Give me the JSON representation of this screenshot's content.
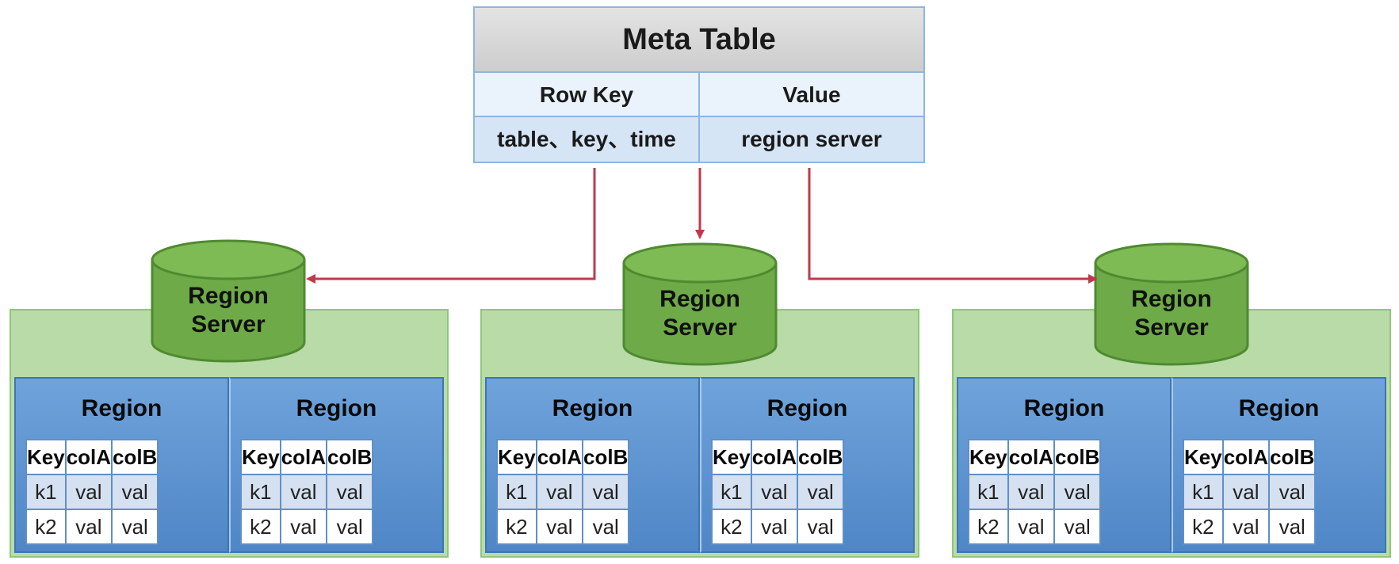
{
  "meta_table": {
    "title": "Meta Table",
    "headers": [
      "Row Key",
      "Value"
    ],
    "row": [
      "table、key、time",
      "region server"
    ]
  },
  "groups": [
    {
      "server_label_1": "Region",
      "server_label_2": "Server",
      "regions": [
        {
          "title": "Region",
          "columns": [
            "Key",
            "colA",
            "colB"
          ],
          "rows": [
            [
              "k1",
              "val",
              "val"
            ],
            [
              "k2",
              "val",
              "val"
            ]
          ]
        },
        {
          "title": "Region",
          "columns": [
            "Key",
            "colA",
            "colB"
          ],
          "rows": [
            [
              "k1",
              "val",
              "val"
            ],
            [
              "k2",
              "val",
              "val"
            ]
          ]
        }
      ]
    },
    {
      "server_label_1": "Region",
      "server_label_2": "Server",
      "regions": [
        {
          "title": "Region",
          "columns": [
            "Key",
            "colA",
            "colB"
          ],
          "rows": [
            [
              "k1",
              "val",
              "val"
            ],
            [
              "k2",
              "val",
              "val"
            ]
          ]
        },
        {
          "title": "Region",
          "columns": [
            "Key",
            "colA",
            "colB"
          ],
          "rows": [
            [
              "k1",
              "val",
              "val"
            ],
            [
              "k2",
              "val",
              "val"
            ]
          ]
        }
      ]
    },
    {
      "server_label_1": "Region",
      "server_label_2": "Server",
      "regions": [
        {
          "title": "Region",
          "columns": [
            "Key",
            "colA",
            "colB"
          ],
          "rows": [
            [
              "k1",
              "val",
              "val"
            ],
            [
              "k2",
              "val",
              "val"
            ]
          ]
        },
        {
          "title": "Region",
          "columns": [
            "Key",
            "colA",
            "colB"
          ],
          "rows": [
            [
              "k1",
              "val",
              "val"
            ],
            [
              "k2",
              "val",
              "val"
            ]
          ]
        }
      ]
    }
  ],
  "colors": {
    "arrow": "#c0394b",
    "server_fill": "#6eaa47",
    "group_bg": "#b8dba8",
    "region_fill": "#5b93d2"
  }
}
